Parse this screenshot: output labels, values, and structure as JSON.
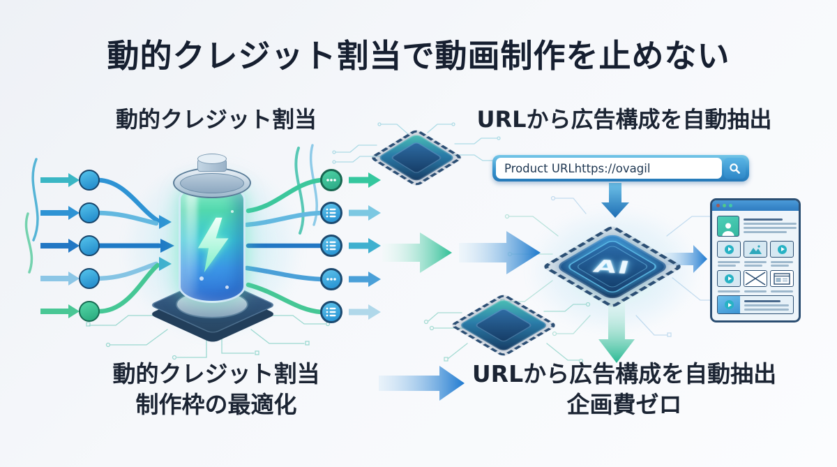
{
  "title": "動的クレジット割当で動画制作を止めない",
  "left_flow": {
    "heading": "動的クレジット割当",
    "caption_line1": "動的クレジット割当",
    "caption_line2": "制作枠の最適化"
  },
  "right_flow": {
    "heading": "URLから広告構成を自動抽出",
    "search": {
      "prefix": "Product URL",
      "url": "https://ovagil"
    },
    "chip_label": "AI",
    "caption_line1": "URLから広告構成を自動抽出",
    "caption_line2": "企画費ゼロ"
  },
  "icons": {
    "search": "search-icon",
    "lightning": "lightning-bolt-icon",
    "node_ellipsis": "ellipsis-icon",
    "node_list": "list-icon",
    "play": "play-icon",
    "picture": "image-icon",
    "avatar": "person-icon"
  },
  "colors": {
    "title_text": "#161f30",
    "arrow_blue": "#1b78cc",
    "arrow_teal": "#2fbf9a",
    "node_blue": "#2e9ad6",
    "node_green": "#3cc79c",
    "search_frame": "#3390cc",
    "chip_navy": "#16395f",
    "chip_teal": "#43bcb2",
    "browser_bar": "#3f8fd0"
  }
}
